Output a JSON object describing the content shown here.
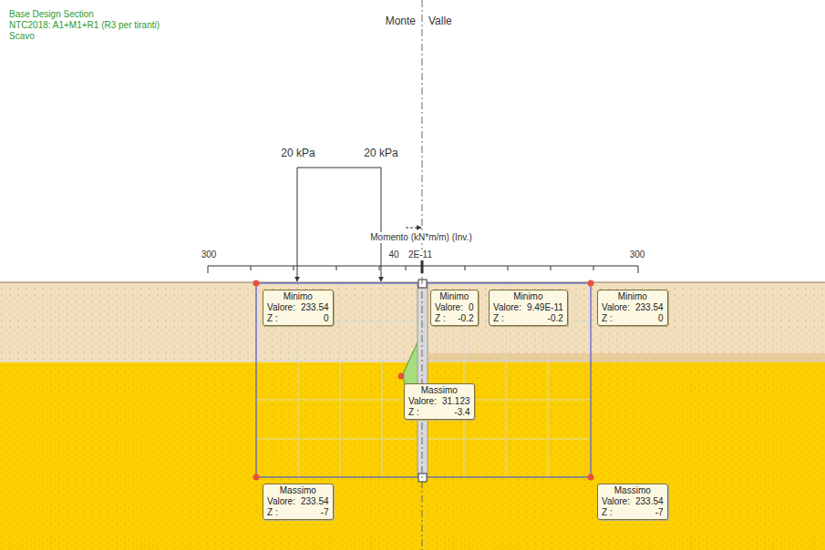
{
  "diagram": {
    "nodes": [
      {
        "text": [
          "Minimo",
          "Valore:",
          "233.54",
          "Z :",
          "0"
        ]
      },
      {
        "text": [
          "Minimo",
          "Valore:",
          "0",
          "Z :",
          "-0.2"
        ]
      },
      {
        "text": [
          "Minimo",
          "Valore:",
          "9.49E-11",
          "Z :",
          "-0.2"
        ]
      },
      {
        "text": [
          "Minimo",
          "Valore:",
          "233.54",
          "Z :",
          "0"
        ]
      },
      {
        "text": [
          "Massimo",
          "Valore:",
          "31.123",
          "Z :",
          "-3.4"
        ]
      },
      {
        "text": [
          "Massimo",
          "Valore:",
          "233.54",
          "Z :",
          "-7"
        ]
      },
      {
        "text": [
          "Massimo",
          "Valore:",
          "233.54",
          "Z :",
          "-7"
        ]
      }
    ],
    "labels": [
      "Base Design Section",
      "NTC2018: A1+M1+R1 (R3 per tiranti)",
      "Scavo",
      "Monte",
      "Valle",
      "20 kPa",
      "20 kPa",
      "Momento (kN*m/m) (Inv.)",
      "300",
      "40",
      "2E-11",
      "300"
    ]
  }
}
